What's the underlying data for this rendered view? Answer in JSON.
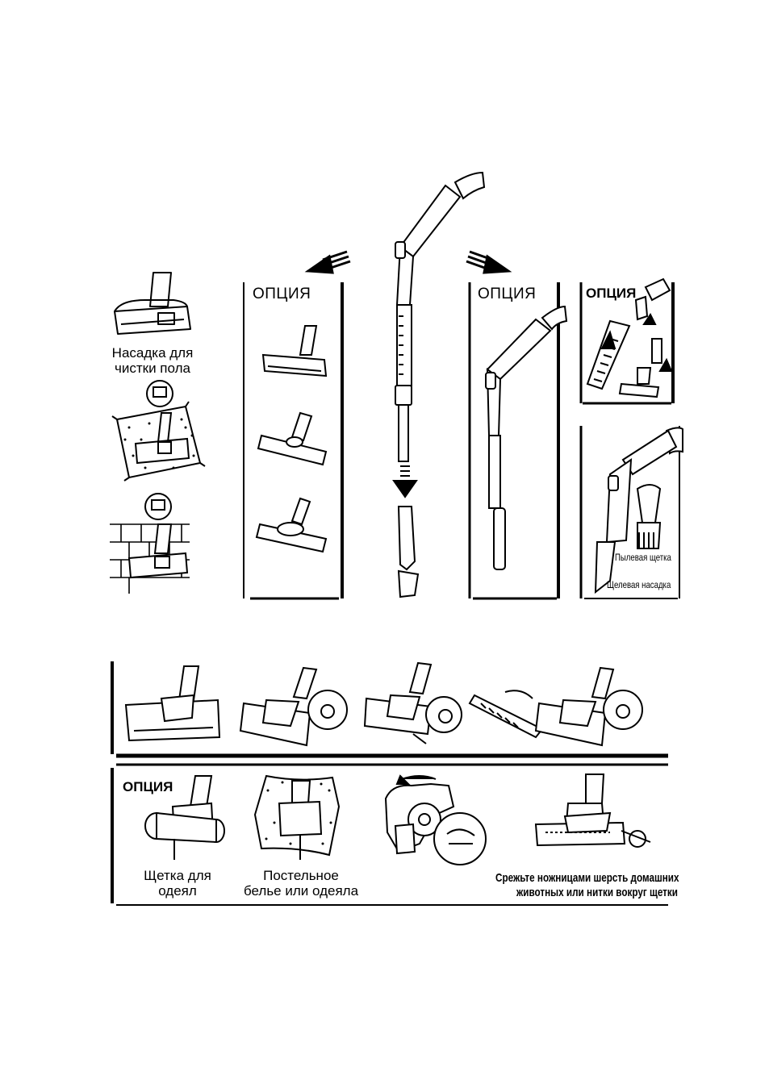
{
  "top": {
    "floor_nozzle_label_1": "Насадка для",
    "floor_nozzle_label_2": "чистки пола",
    "option_panel_1": "ОПЦИЯ",
    "option_panel_2": "ОПЦИЯ",
    "option_panel_3": "ОПЦИЯ",
    "dust_brush_label": "Пылевая щетка",
    "crevice_label": "Щелевая насадка"
  },
  "bottom": {
    "option_label": "ОПЦИЯ",
    "blanket_brush_1": "Щетка для",
    "blanket_brush_2": "одеял",
    "bedding_1": "Постельное",
    "bedding_2": "белье или одеяла",
    "cut_1": "Срежьте ножницами шерсть домашних",
    "cut_2": "животных или нитки вокруг щетки"
  },
  "colors": {
    "ink": "#000000",
    "paper": "#ffffff"
  }
}
